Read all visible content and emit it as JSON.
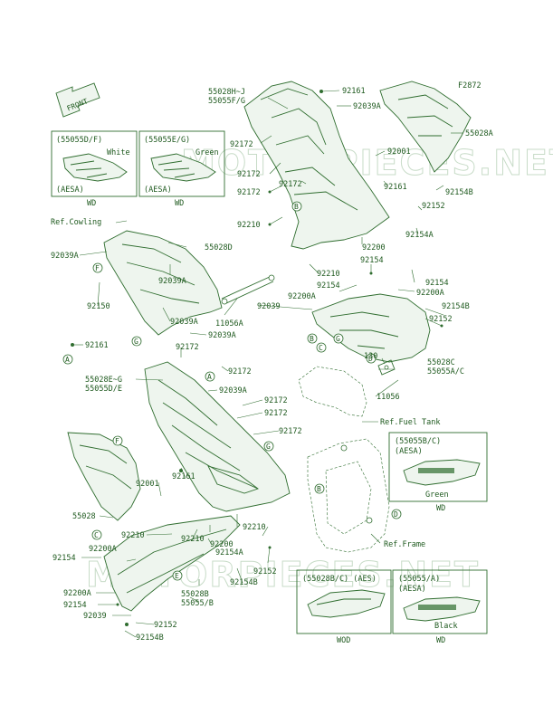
{
  "figure_code": "F2872",
  "front_arrow": "FRONT",
  "watermarks": [
    "MOTORPIECES.NET",
    "MOTORPIECES.NET"
  ],
  "callout_letters": [
    "A",
    "B",
    "C",
    "D",
    "E",
    "F",
    "G"
  ],
  "inset_boxes": {
    "top_left_1": {
      "part": "(55055D/F)",
      "color": "White",
      "variant": "(AESA)",
      "model": "WD"
    },
    "top_left_2": {
      "part": "(55055E/G)",
      "color": "Green",
      "variant": "(AESA)",
      "model": "WD"
    },
    "right_1": {
      "part": "(55055B/C)",
      "variant": "(AESA)",
      "color": "Green",
      "model": "WD"
    },
    "bottom_mid": {
      "part": "(55028B/C) (AES)",
      "model": "WOD"
    },
    "bottom_right": {
      "part": "(55055/A)",
      "variant": "(AESA)",
      "color": "Black",
      "model": "WD"
    }
  },
  "labels": {
    "l01": "55028H~J",
    "l02": "55055F/G",
    "l03": "92161",
    "l04": "92039A",
    "l05": "55028A",
    "l06": "92172",
    "l07": "92001",
    "l08": "92172",
    "l09": "92172",
    "l10": "92172",
    "l11": "92161",
    "l12": "92154B",
    "l13": "92210",
    "l14": "92152",
    "l15": "92154A",
    "l16": "92200",
    "l17": "Ref.Cowling",
    "l18": "92039A",
    "l19": "55028D",
    "l20": "92039A",
    "l21": "92210",
    "l22": "92154",
    "l23": "92154",
    "l24": "92200A",
    "l25": "92200A",
    "l26": "92150",
    "l27": "11056A",
    "l28": "92039",
    "l29": "92154B",
    "l30": "92039A",
    "l31": "92039A",
    "l32": "92152",
    "l33": "92161",
    "l34": "92172",
    "l35": "130",
    "l36": "55028E~G",
    "l37": "92172",
    "l38": "55055D/E",
    "l39": "92039A",
    "l40": "11056",
    "l41": "55028C",
    "l42": "55055A/C",
    "l43": "92172",
    "l44": "92172",
    "l45": "Ref.Fuel Tank",
    "l46": "92172",
    "l47": "92161",
    "l48": "92001",
    "l49": "55028",
    "l50": "92210",
    "l51": "92210",
    "l52": "92200",
    "l53": "92154A",
    "l54": "92210",
    "l55": "Ref.Frame",
    "l56": "92154",
    "l57": "92200A",
    "l58": "92152",
    "l59": "92154B",
    "l60": "92200A",
    "l61": "55028B",
    "l62": "55055/B",
    "l63": "92154",
    "l64": "92039",
    "l65": "92152",
    "l66": "92154B"
  }
}
